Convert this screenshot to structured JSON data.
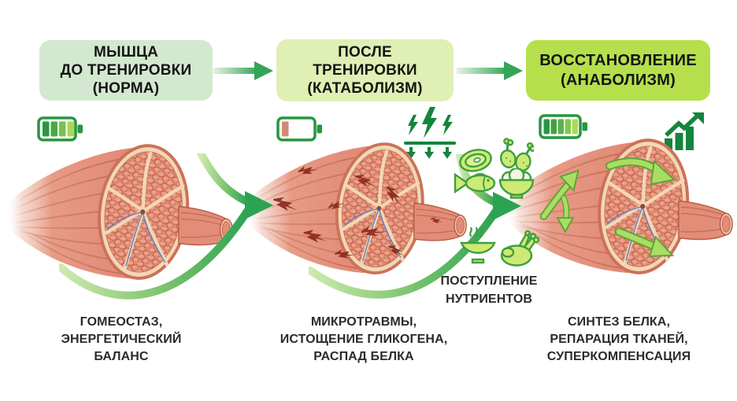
{
  "title": "Muscle before/after training and recovery infographic",
  "colors": {
    "stage1_bg": "#d3e9cf",
    "stage2_bg": "#e0efb4",
    "stage3_bg": "#b5e04b",
    "arrow_green": "#2ea352",
    "swoosh_light_green": "#cdeaae",
    "icon_dark_green": "#15843c",
    "battery_frame_green": "#27963f",
    "battery_low_bar": "#d08a74",
    "food_fill": "#cdea75",
    "food_stroke": "#3f9e3f",
    "muscle_salmon": "#e79b85",
    "muscle_section_rim": "#f2d7b6",
    "crack_red": "#8c2a1c",
    "text_dark": "#2b2b2b"
  },
  "stages": [
    {
      "header_line1": "МЫШЦА",
      "header_line2": "ДО ТРЕНИРОВКИ",
      "header_line3": "(НОРМА)",
      "battery": "full (4 bars)",
      "caption_line1": "ГОМЕОСТАЗ,",
      "caption_line2": "ЭНЕРГЕТИЧЕСКИЙ",
      "caption_line3": "БАЛАНС"
    },
    {
      "header_line1": "ПОСЛЕ",
      "header_line2": "ТРЕНИРОВКИ",
      "header_line3": "(КАТАБОЛИЗМ)",
      "battery": "low (1 bar)",
      "caption_line1": "МИКРОТРАВМЫ,",
      "caption_line2": "ИСТОЩЕНИЕ ГЛИКОГЕНА,",
      "caption_line3": "РАСПАД БЕЛКА"
    },
    {
      "header_line1": "ВОССТАНОВЛЕНИЕ",
      "header_line2": "(АНАБОЛИЗМ)",
      "header_line3": "",
      "battery": "full (5 bars)",
      "caption_line1": "СИНТЕЗ БЕЛКА,",
      "caption_line2": "РЕПАРАЦИЯ ТКАНЕЙ,",
      "caption_line3": "СУПЕРКОМПЕНСАЦИЯ"
    }
  ],
  "nutrients": {
    "line1": "ПОСТУПЛЕНИЕ",
    "line2": "НУТРИЕНТОВ"
  },
  "icons": {
    "stage1": [
      "battery-full-icon"
    ],
    "stage2": [
      "battery-low-icon",
      "stress-impact-icon"
    ],
    "stage3": [
      "battery-full-icon",
      "growth-chart-icon"
    ],
    "nutrient_foods": [
      "steak-icon",
      "drumsticks-icon",
      "fish-icon",
      "rice-bowl-icon",
      "soup-bowl-icon",
      "roast-chicken-icon"
    ]
  }
}
